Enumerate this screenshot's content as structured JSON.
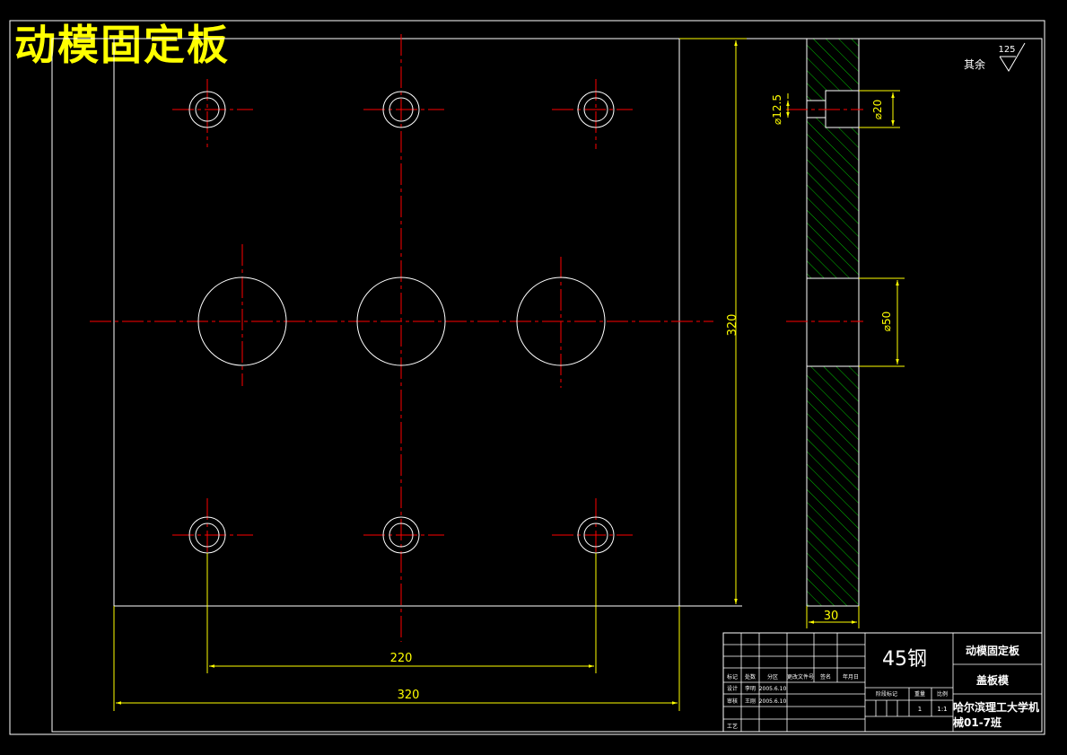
{
  "drawing": {
    "title": "动模固定板",
    "dims": {
      "height_320": "320",
      "hole_pitch_220": "220",
      "width_320": "320",
      "thickness_30": "30",
      "dia_12_5": "⌀12.5",
      "dia_20": "⌀20",
      "dia_50": "⌀50"
    },
    "roughness": {
      "label": "其余",
      "value": "125"
    },
    "title_block": {
      "material": "45钢",
      "part_name": "动模固定板",
      "drawing_type": "盖板模",
      "scale": "1:1",
      "quantity": "1",
      "school_line1": "哈尔滨理工大学机",
      "school_line2": "械01-7班",
      "row_labels": [
        "标记",
        "设计",
        "审核",
        "工艺"
      ],
      "col_labels": [
        "处数",
        "分区",
        "更改文件号",
        "签名",
        "年月日"
      ],
      "names": [
        "李明",
        "王刚"
      ],
      "dates": [
        "2005.6.10",
        "2005.6.10"
      ],
      "stage_label": "阶段标记",
      "weight_label": "重量",
      "scale_label": "比例"
    },
    "colors": {
      "outline": "#ffffff",
      "center": "#ff0000",
      "dim": "#ffff00",
      "hatch": "#00c000"
    }
  }
}
